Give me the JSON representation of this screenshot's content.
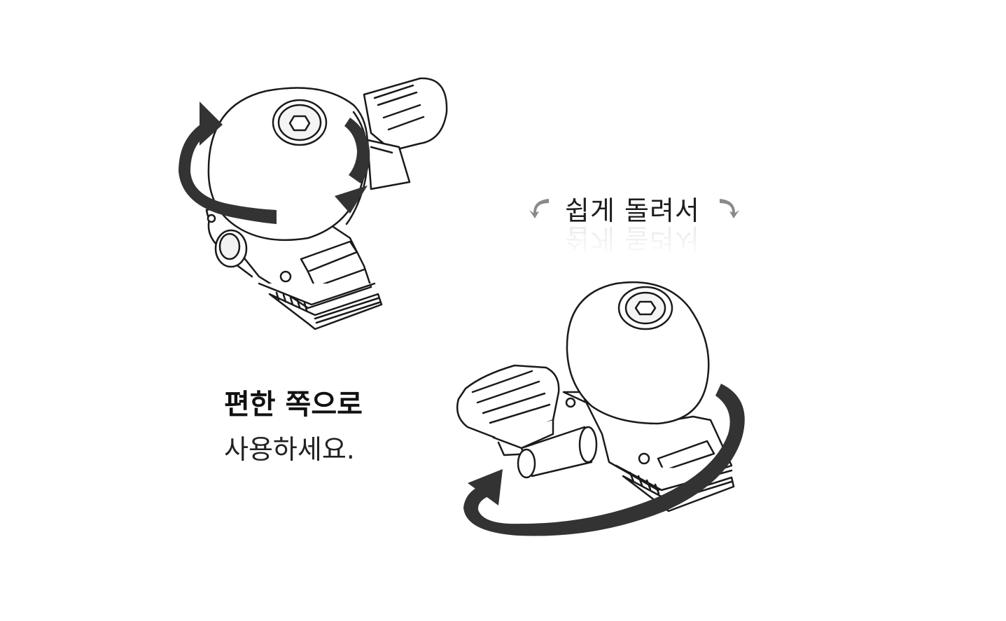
{
  "captions": {
    "rotate_easily": "쉽게 돌려서",
    "use_comfortable_side": "편한 쪽으로",
    "use_instruction": "사용하세요."
  },
  "figures": [
    {
      "name": "clip-tuner-side-view",
      "arrow": "rotation-arrow"
    },
    {
      "name": "clip-tuner-rotated-view",
      "arrow": "rotation-arrow"
    }
  ],
  "colors": {
    "line": "#1a1a1a",
    "arrow": "#333333",
    "arrow_small": "#8a8a8a",
    "fill": "#ffffff"
  }
}
